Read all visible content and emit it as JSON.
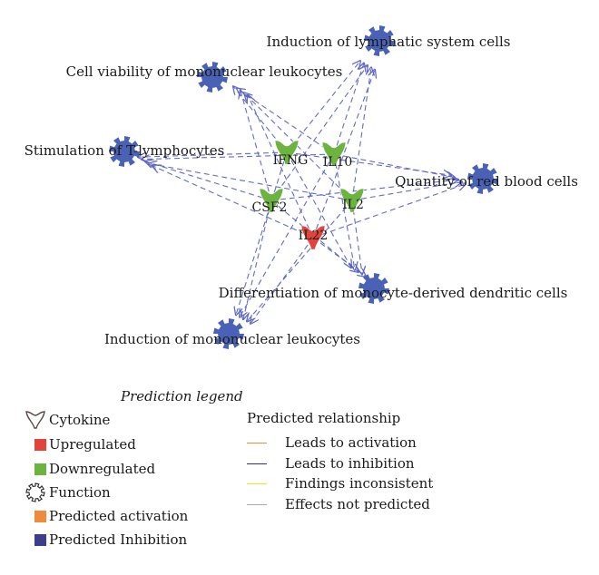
{
  "nodes": {
    "cytokines": [
      {
        "label": "IFNG",
        "status": "downregulated"
      },
      {
        "label": "IL10",
        "status": "downregulated"
      },
      {
        "label": "CSF2",
        "status": "downregulated"
      },
      {
        "label": "IL2",
        "status": "downregulated"
      },
      {
        "label": "IL22",
        "status": "upregulated"
      }
    ],
    "functions": [
      {
        "label": "Induction of lymphatic system cells"
      },
      {
        "label": "Cell viability of mononuclear leukocytes"
      },
      {
        "label": "Stimulation of T-lymphocytes"
      },
      {
        "label": "Quantity of red blood cells"
      },
      {
        "label": "Differentiation of monocyte-derived dendritic cells"
      },
      {
        "label": "Induction of mononuclear leukocytes"
      }
    ]
  },
  "edges": {
    "type": "Leads to inhibition",
    "from_all_cytokines_to_all_functions": true
  },
  "legend": {
    "title": "Prediction legend",
    "items": [
      {
        "icon": "cytokine-icon",
        "label": "Cytokine"
      },
      {
        "icon": "upregulated-swatch",
        "label": "Upregulated"
      },
      {
        "icon": "downregulated-swatch",
        "label": "Downregulated"
      },
      {
        "icon": "function-icon",
        "label": "Function"
      },
      {
        "icon": "predicted-activation-swatch",
        "label": "Predicted activation"
      },
      {
        "icon": "predicted-inhibition-swatch",
        "label": "Predicted Inhibition"
      }
    ],
    "relationship_title": "Predicted relationship",
    "relationships": [
      {
        "label": "Leads to activation",
        "color": "#f08a3c"
      },
      {
        "label": "Leads to inhibition",
        "color": "#2b2f8e"
      },
      {
        "label": "Findings inconsistent",
        "color": "#f2e41c"
      },
      {
        "label": "Effects not predicted",
        "color": "#b9a3a8"
      }
    ]
  },
  "colors": {
    "upregulated": "#e2443b",
    "downregulated": "#6cb33f",
    "predicted_activation": "#f08a3c",
    "predicted_inhibition": "#3b3e8f",
    "function_node": "#4a62b6",
    "edge": "#5a63c4"
  }
}
